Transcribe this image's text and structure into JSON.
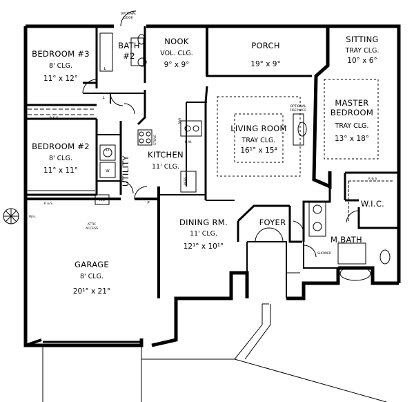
{
  "rooms": {
    "bedroom3": {
      "name": "BEDROOM #3",
      "clg": "8' CLG.",
      "dims": "11° x 12°"
    },
    "bath2": {
      "name": "BATH",
      "sub": "#2"
    },
    "nook": {
      "name": "NOOK",
      "clg": "VOL. CLG.",
      "dims": "9° x 9°"
    },
    "porch": {
      "name": "PORCH",
      "dims": "19° x 9°"
    },
    "sitting": {
      "name": "SITTING",
      "clg": "TRAY CLG.",
      "dims": "10° x 6°"
    },
    "master": {
      "name1": "MASTER",
      "name2": "BEDROOM",
      "clg": "TRAY CLG.",
      "dims": "13° x 18°"
    },
    "living": {
      "name": "LIVING ROOM",
      "clg": "TRAY CLG.",
      "dims": "16¹° x 15⁴"
    },
    "bedroom2": {
      "name": "BEDROOM #2",
      "clg": "8' CLG.",
      "dims": "11° x 11°"
    },
    "kitchen": {
      "name": "KITCHEN",
      "clg": "11' CLG."
    },
    "utility": {
      "name": "UTILITY"
    },
    "wic": {
      "name": "W.I.C."
    },
    "dining": {
      "name": "DINING RM.",
      "clg": "11' CLG.",
      "dims": "12¹° x 10¹°"
    },
    "foyer": {
      "name": "FOYER"
    },
    "mbath": {
      "name": "M.BATH"
    },
    "garage": {
      "name": "GARAGE",
      "clg": "8' CLG.",
      "dims": "20¹° x 21°"
    }
  },
  "notes": {
    "optional_door_1": "OPTIONAL",
    "optional_door_2": "DOOR",
    "optional_fireplace_1": "OPTIONAL",
    "optional_fireplace_2": "FIREPLACE",
    "stove": "STOVE",
    "bar": "BAR",
    "dw": "D.W.",
    "refg": "REFG.",
    "attic_1": "ATTIC",
    "attic_2": "ACCESS",
    "ac": "A/C",
    "p": "P",
    "d": "D",
    "w": "W",
    "wh": "W.H.",
    "shelf": "R & S",
    "shower": "SHOWER",
    "l": "L"
  }
}
